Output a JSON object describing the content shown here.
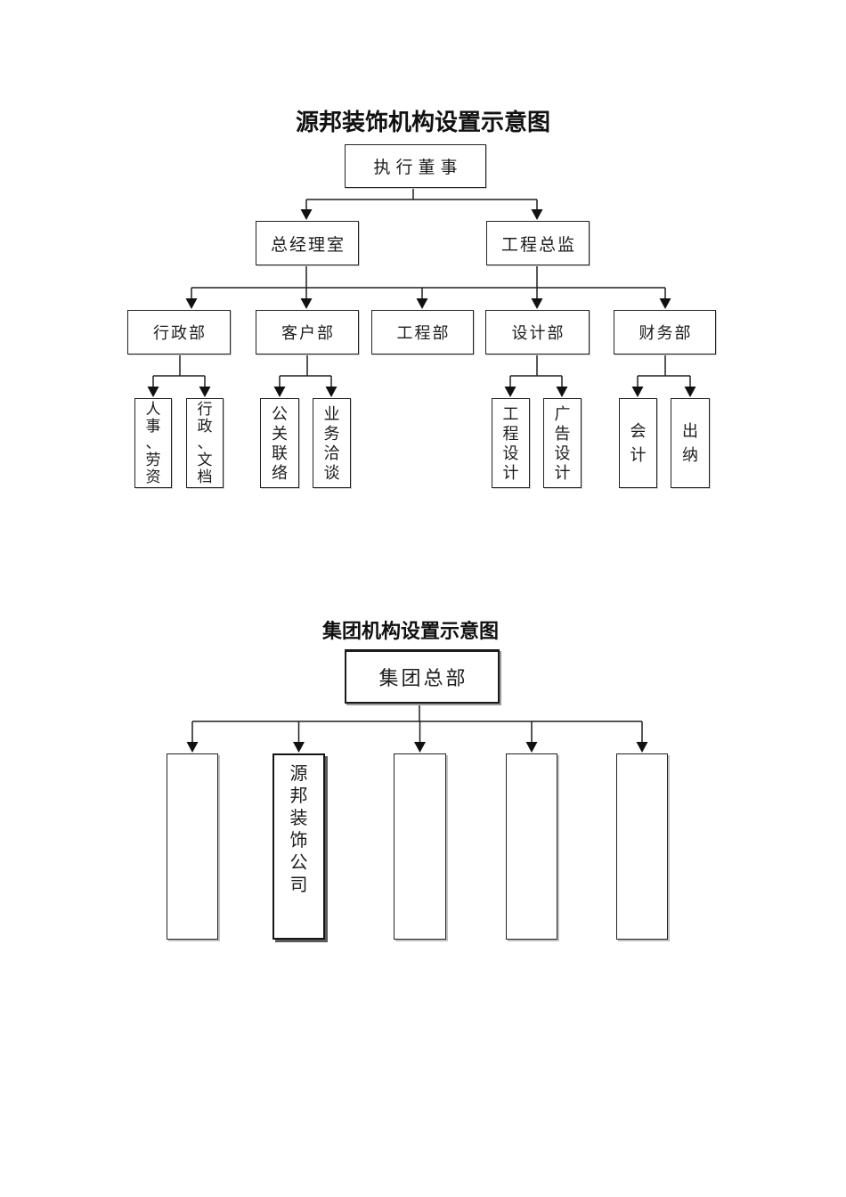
{
  "colors": {
    "background": "#ffffff",
    "line": "#1f1f1f",
    "text": "#1a1a1a"
  },
  "chart1": {
    "title": "源邦装饰机构设置示意图",
    "root": "执行董事",
    "level2": [
      "总经理室",
      "工程总监"
    ],
    "level3": [
      "行政部",
      "客户部",
      "工程部",
      "设计部",
      "财务部"
    ],
    "level4": [
      "人事、劳资",
      "行政、文档",
      "公关联络",
      "业务洽谈",
      "工程设计",
      "广告设计",
      "会计",
      "出纳"
    ]
  },
  "chart2": {
    "title": "集团机构设置示意图",
    "root": "集团总部",
    "subsidiaries": [
      "",
      "源邦装饰公司",
      "",
      "",
      ""
    ]
  }
}
